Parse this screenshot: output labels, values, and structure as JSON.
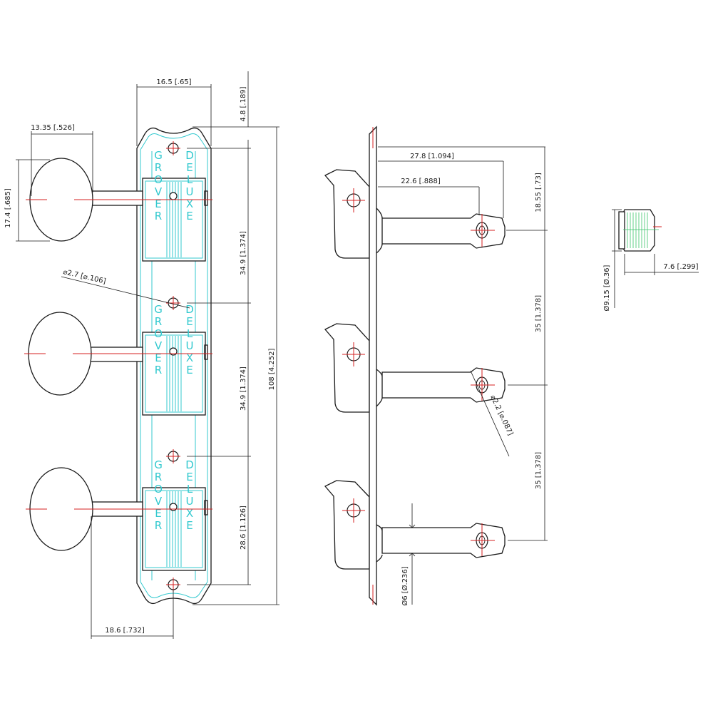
{
  "brand": {
    "word1": "GROVER",
    "word2": "DELUXE"
  },
  "dimensions": {
    "plate_width": "16.5 [.65]",
    "top_offset": "4.8 [.189]",
    "button_depth": "13.35 [.526]",
    "button_height": "17.4 [.685]",
    "hole_diameter": "⌀2.7 [⌀.106]",
    "spacing_1": "34.9 [1.374]",
    "spacing_2": "34.9 [1.374]",
    "spacing_3": "28.6 [1.126]",
    "overall_length": "108 [4.252]",
    "button_offset": "18.6 [.732]",
    "post_length": "27.8 [1.094]",
    "post_hole_position": "22.6 [.888]",
    "side_top_offset": "18.55 [.73]",
    "post_spacing_1": "35 [1.378]",
    "post_spacing_2": "35 [1.378]",
    "string_hole_diameter": "⌀2.2 [⌀.087]",
    "post_diameter": "Ø6 [Ø.236]",
    "bushing_diameter": "Ø9.15 [Ø.36]",
    "bushing_length": "7.6 [.299]"
  }
}
